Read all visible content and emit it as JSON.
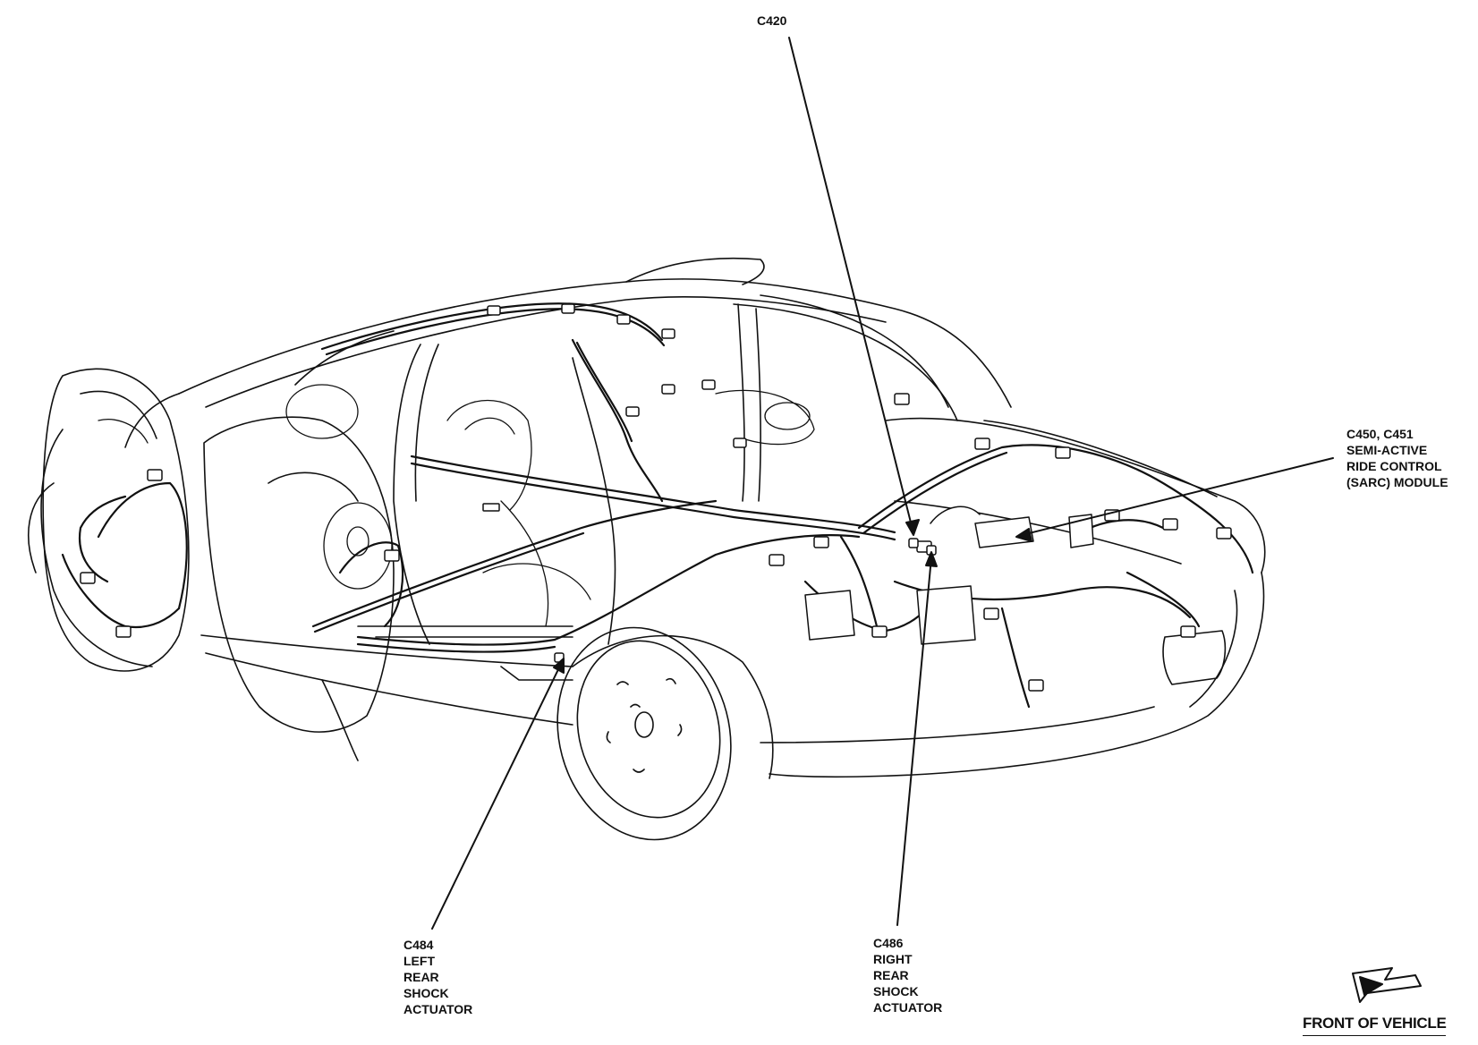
{
  "callouts": {
    "c420": {
      "lines": [
        "C420"
      ]
    },
    "sarc": {
      "lines": [
        "C450, C451",
        "SEMI-ACTIVE",
        "RIDE CONTROL",
        "(SARC) MODULE"
      ]
    },
    "c484": {
      "lines": [
        "C484",
        "LEFT",
        "REAR",
        "SHOCK",
        "ACTUATOR"
      ]
    },
    "c486": {
      "lines": [
        "C486",
        "RIGHT",
        "REAR",
        "SHOCK",
        "ACTUATOR"
      ]
    }
  },
  "orientation": {
    "label": "FRONT OF VEHICLE",
    "icon": "front-arrow-icon"
  },
  "colors": {
    "ink": "#111111",
    "background": "#ffffff"
  }
}
